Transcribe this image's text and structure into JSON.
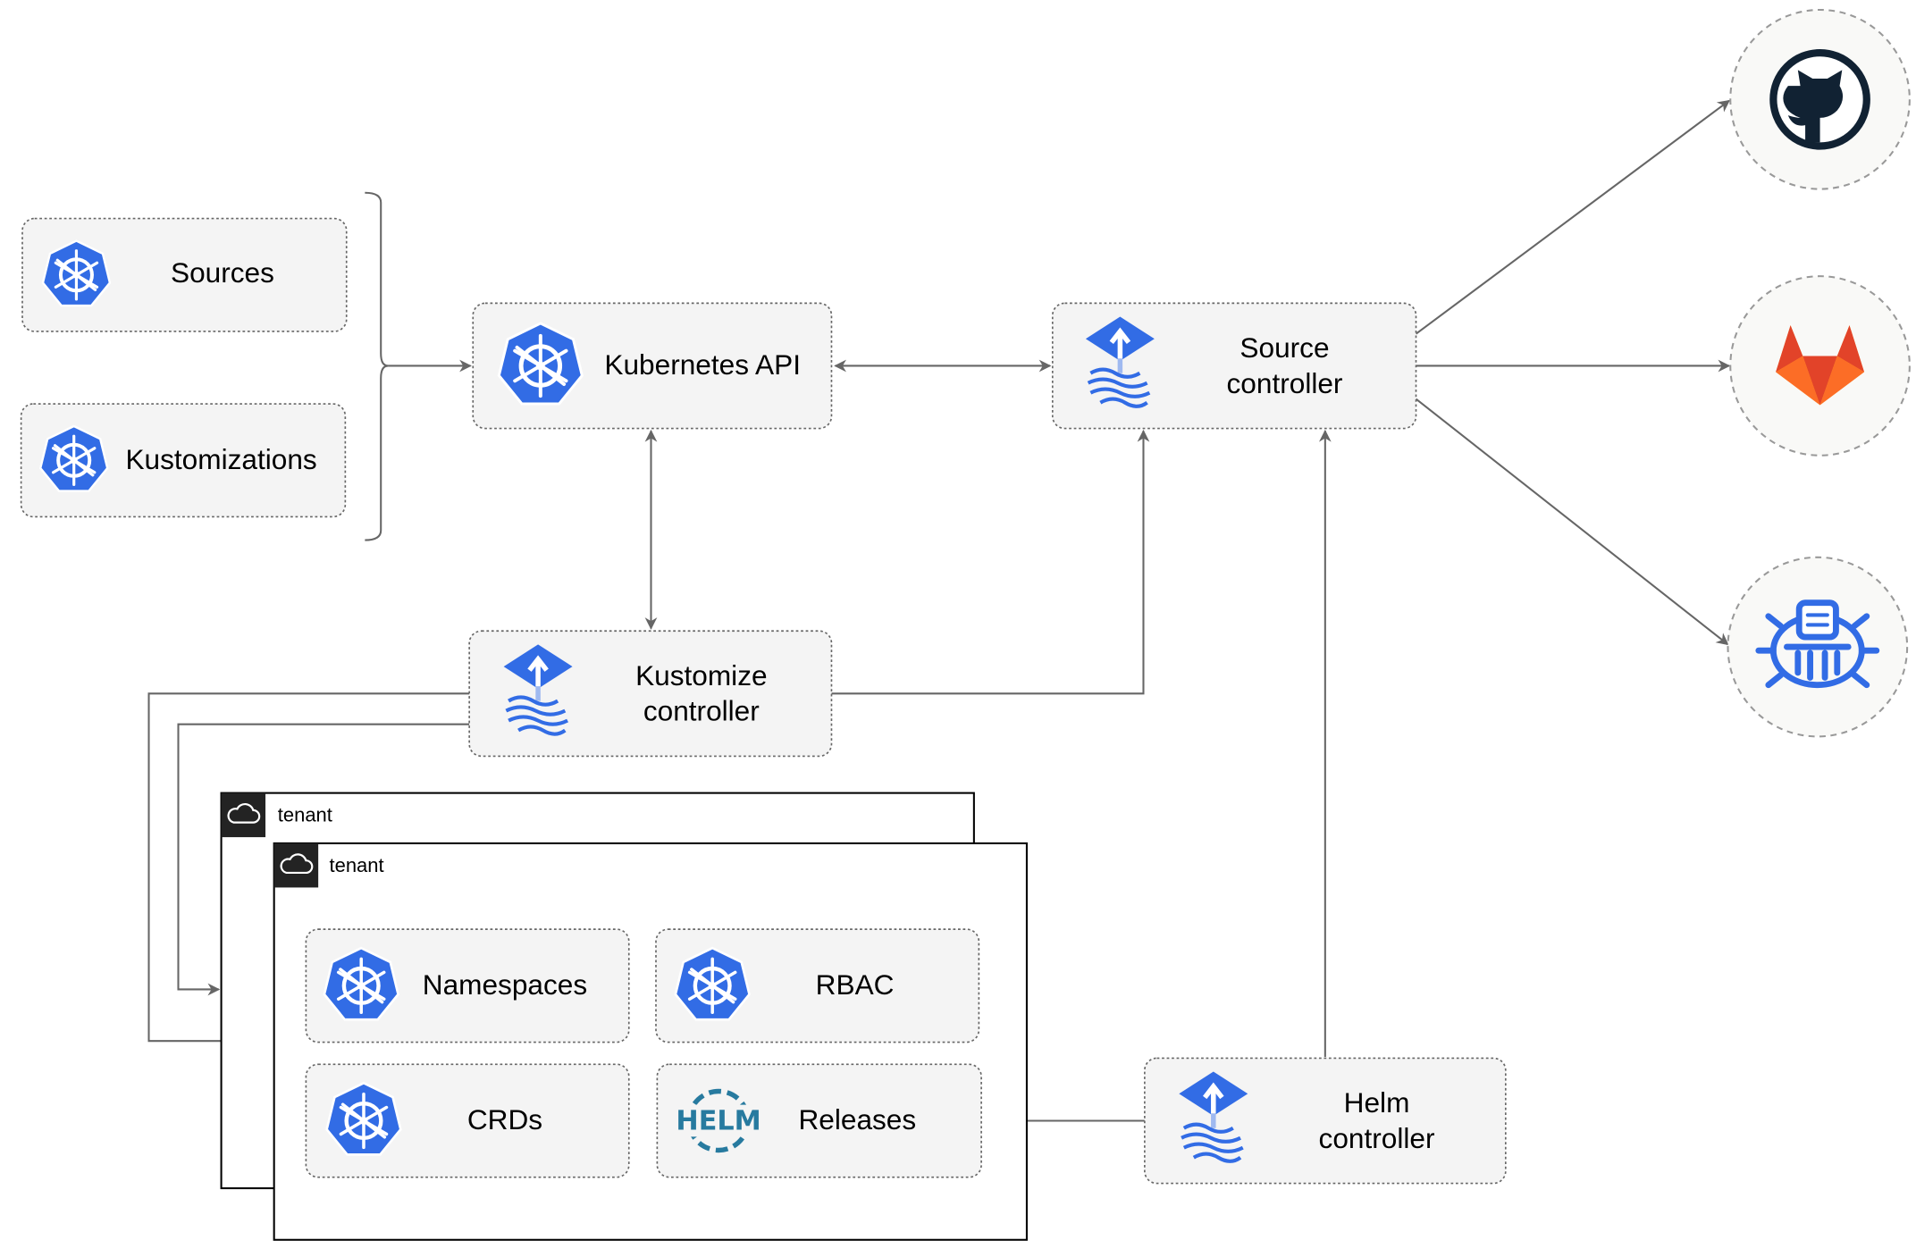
{
  "nodes": {
    "sources": "Sources",
    "kustomizations": "Kustomizations",
    "kubernetes_api": "Kubernetes API",
    "source_controller": [
      "Source",
      "controller"
    ],
    "kustomize_controller": [
      "Kustomize",
      "controller"
    ],
    "helm_controller": [
      "Helm",
      "controller"
    ],
    "namespaces": "Namespaces",
    "rbac": "RBAC",
    "crds": "CRDs",
    "releases": "Releases",
    "helm_logo_text": "HELM"
  },
  "tenants": [
    "tenant",
    "tenant"
  ],
  "external_sources": [
    "github-icon",
    "gitlab-icon",
    "helm-repository-icon"
  ],
  "colors": {
    "kubernetes_blue": "#326ce5",
    "edge": "#666666",
    "box_fill": "#f4f4f4",
    "gitlab_orange": "#e24329",
    "github_dark": "#112233",
    "helm_blue": "#277a9f"
  }
}
